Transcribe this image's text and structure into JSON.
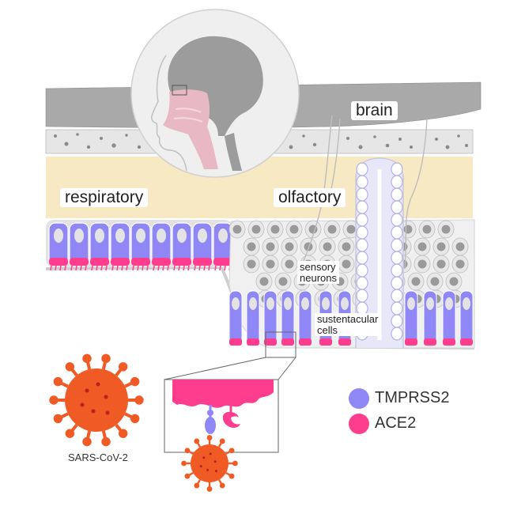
{
  "labels": {
    "brain": "brain",
    "respiratory": "respiratory",
    "olfactory": "olfactory",
    "sensory_neurons": "sensory\nneurons",
    "sustentacular_cells": "sustentacular\ncells",
    "virus": "SARS-CoV-2"
  },
  "legend": [
    {
      "label": "TMPRSS2",
      "color": "#8f87f5"
    },
    {
      "label": "ACE2",
      "color": "#ff3d8f"
    }
  ],
  "colors": {
    "tmprss2": "#8f87f5",
    "ace2": "#ff3d8f",
    "virus": "#f05a24",
    "brain_layer": "#a9a9a9",
    "bone": "#e3e3e3",
    "lamina": "#f7e9c4",
    "neuron": "#9a9a9a",
    "nasal": "#e9b9c3"
  }
}
